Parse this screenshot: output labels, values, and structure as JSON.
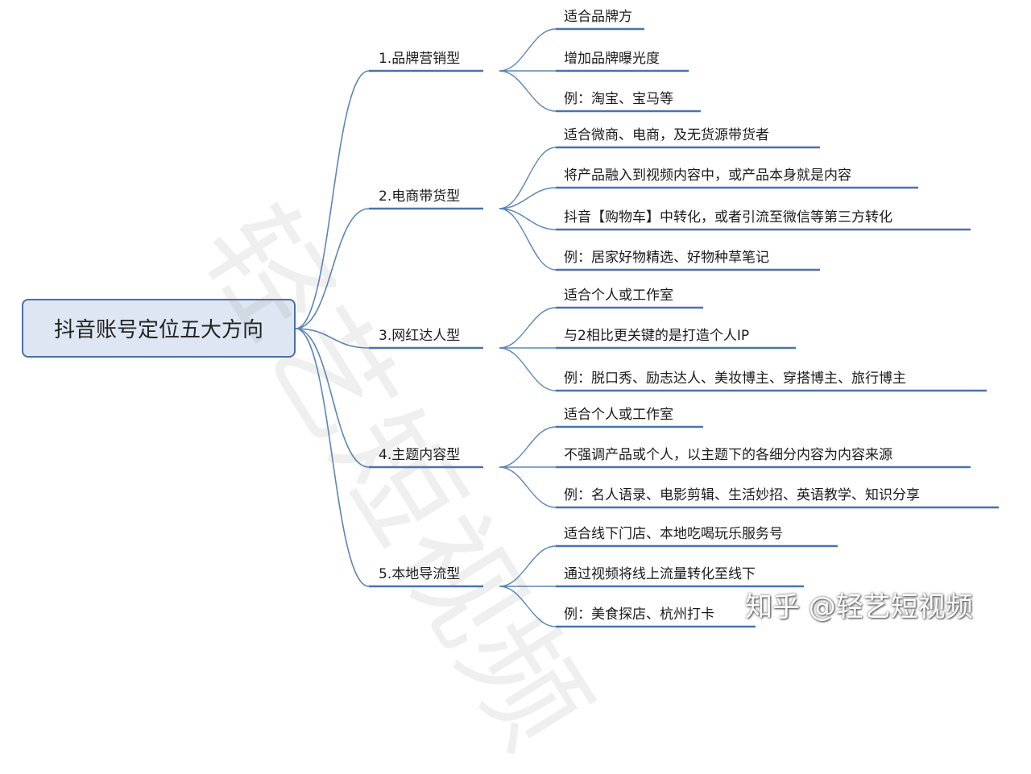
{
  "root": "抖音账号定位五大方向",
  "branches": [
    {
      "label": "1.品牌营销型",
      "children": [
        "适合品牌方",
        "增加品牌曝光度",
        "例：淘宝、宝马等"
      ]
    },
    {
      "label": "2.电商带货型",
      "children": [
        "适合微商、电商，及无货源带货者",
        "将产品融入到视频内容中，或产品本身就是内容",
        "抖音【购物车】中转化，或者引流至微信等第三方转化",
        "例：居家好物精选、好物种草笔记"
      ]
    },
    {
      "label": "3.网红达人型",
      "children": [
        "适合个人或工作室",
        "与2相比更关键的是打造个人IP",
        "例：脱口秀、励志达人、美妆博主、穿搭博主、旅行博主"
      ]
    },
    {
      "label": "4.主题内容型",
      "children": [
        "适合个人或工作室",
        "不强调产品或个人，以主题下的各细分内容为内容来源",
        "例：名人语录、电影剪辑、生活妙招、英语教学、知识分享"
      ]
    },
    {
      "label": "5.本地导流型",
      "children": [
        "适合线下门店、本地吃喝玩乐服务号",
        "通过视频将线上流量转化至线下",
        "例：美食探店、杭州打卡"
      ]
    }
  ],
  "watermark": "轻艺短视频",
  "credit": "知乎 @轻艺短视频",
  "colors": {
    "connector": "#5b85b8",
    "underline": "#4a72b0",
    "root_fill": "#dde6f2",
    "root_border": "#4a6fa5"
  }
}
